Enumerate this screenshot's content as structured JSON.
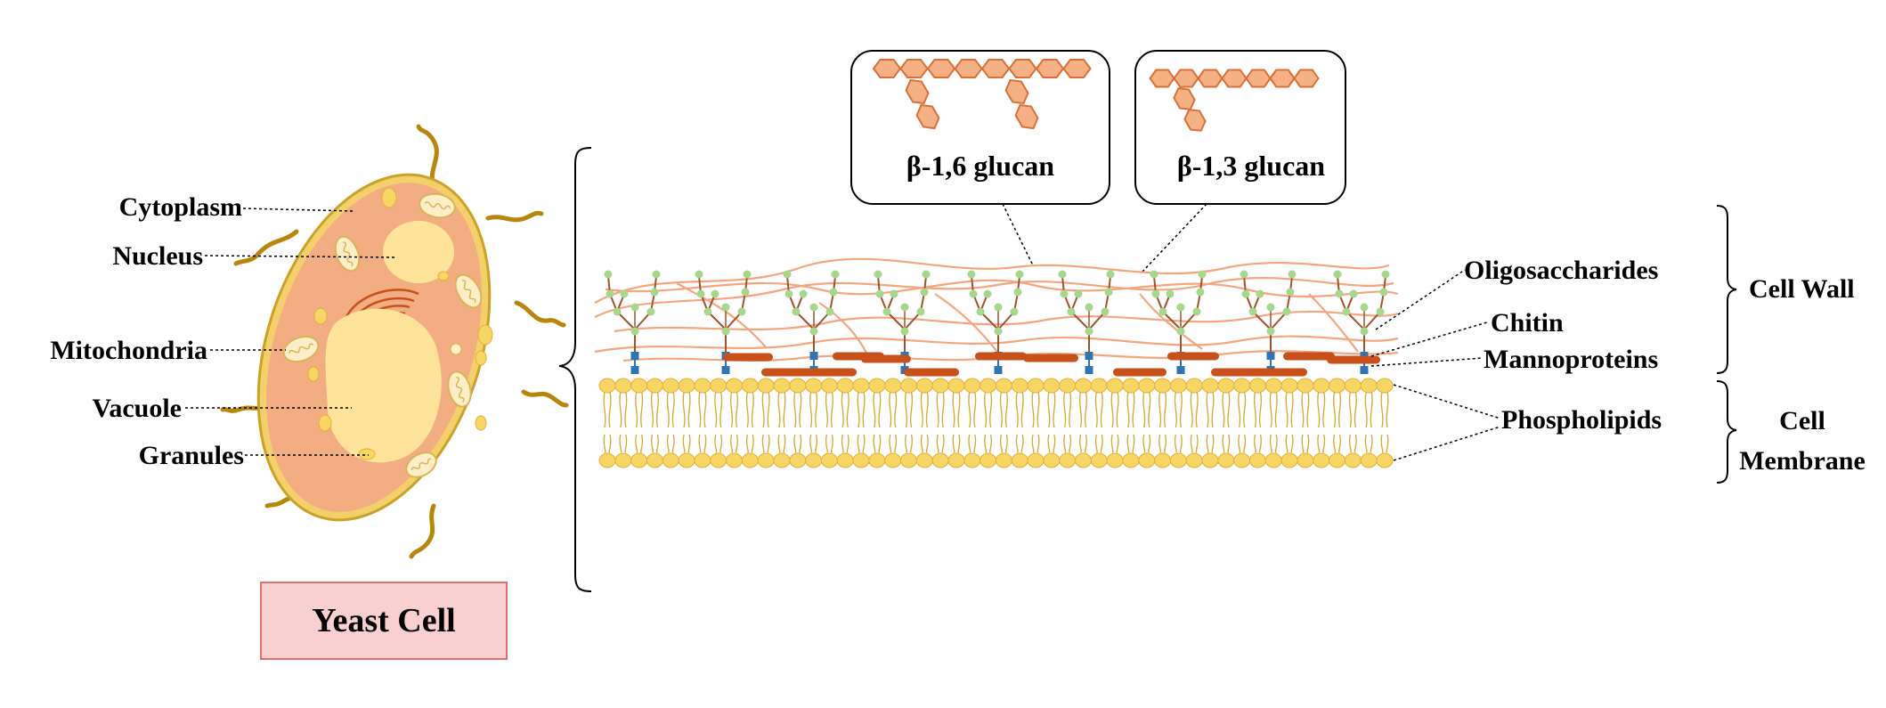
{
  "cell_labels": {
    "cytoplasm": "Cytoplasm",
    "nucleus": "Nucleus",
    "mitochondria": "Mitochondria",
    "vacuole": "Vacuole",
    "granules": "Granules"
  },
  "title": "Yeast Cell",
  "glucan": {
    "b16": "β-1,6 glucan",
    "b13": "β-1,3 glucan"
  },
  "wall_labels": {
    "oligosaccharides": "Oligosaccharides",
    "chitin": "Chitin",
    "mannoproteins": "Mannoproteins",
    "phospholipids": "Phospholipids"
  },
  "region_labels": {
    "cell_wall": "Cell Wall",
    "cell_membrane_line1": "Cell",
    "cell_membrane_line2": "Membrane"
  },
  "colors": {
    "cytoplasm": "#f2ad82",
    "cell_wall_ring": "#f4d06b",
    "flagella": "#b8860b",
    "nucleus": "#fde49a",
    "glucan_fiber": "#f4a67c",
    "chitin": "#c8501a",
    "mannoprotein_anchor": "#2e75b6",
    "oligo_node": "#a6d88c",
    "oligo_branch": "#a0522d",
    "phospholipid_head": "#f8d663",
    "phospholipid_tail": "#d4aa2c",
    "hexagon_fill": "#f5b183",
    "hexagon_stroke": "#d9703a",
    "title_box_fill": "#f8d0d0",
    "title_box_stroke": "#e07070"
  }
}
